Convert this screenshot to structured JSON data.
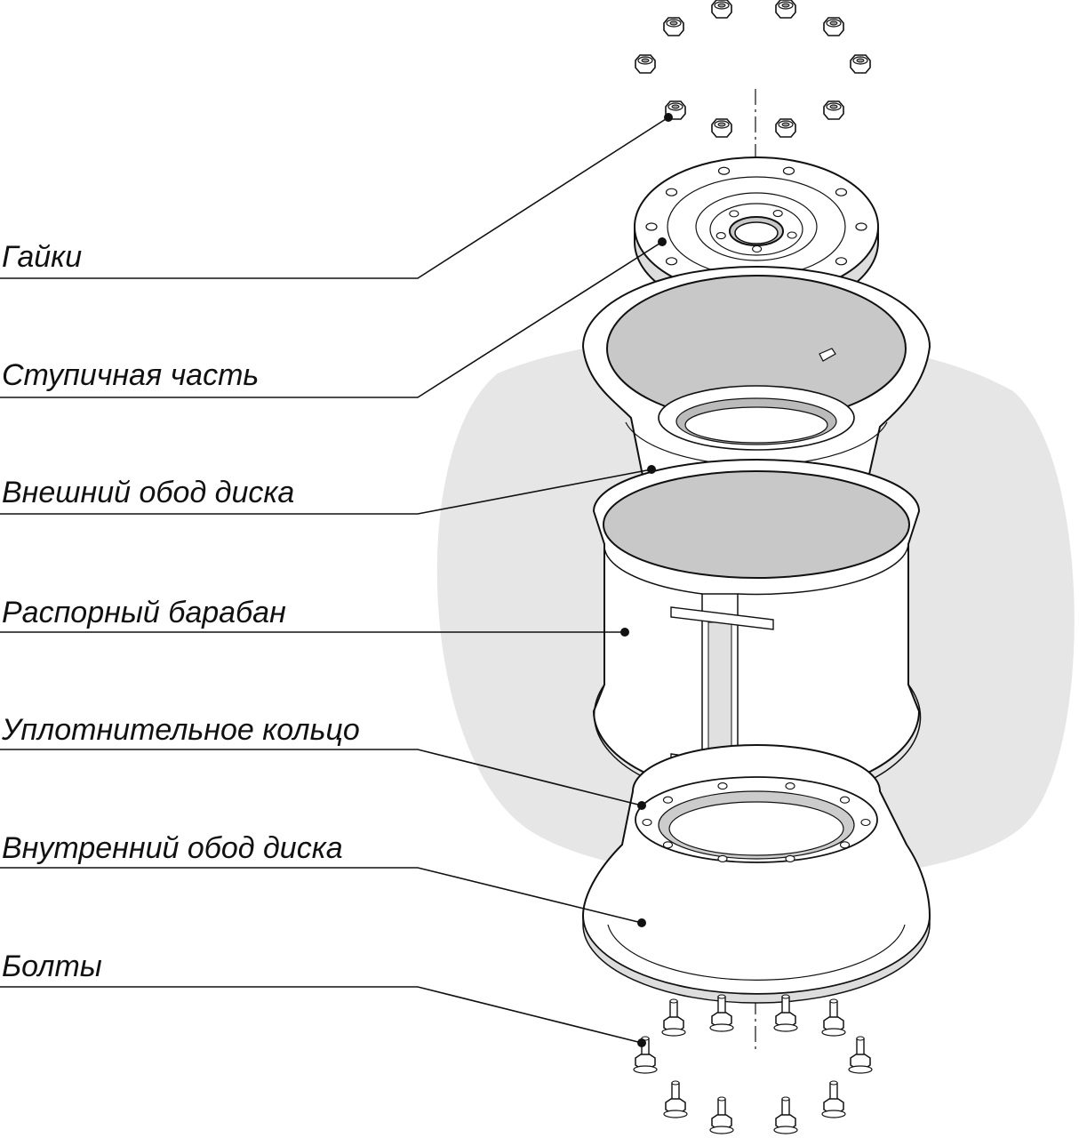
{
  "labels": [
    {
      "id": "nuts",
      "text": "Гайки"
    },
    {
      "id": "hub",
      "text": "Ступичная часть"
    },
    {
      "id": "outer-rim",
      "text": "Внешний обод диска"
    },
    {
      "id": "spacer-drum",
      "text": "Распорный барабан"
    },
    {
      "id": "seal-ring",
      "text": "Уплотнительное кольцо"
    },
    {
      "id": "inner-rim",
      "text": "Внутренний обод диска"
    },
    {
      "id": "bolts",
      "text": "Болты"
    }
  ],
  "colors": {
    "background_blob": "#e6e6e6",
    "line": "#111111",
    "part_fill": "#ffffff",
    "part_shadow": "#c8c8c8"
  }
}
